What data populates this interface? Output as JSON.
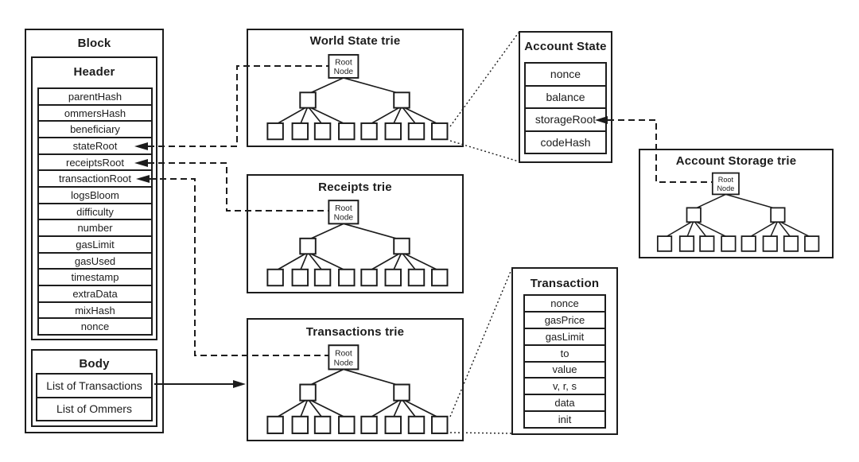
{
  "block": {
    "title": "Block",
    "header": {
      "title": "Header",
      "fields": [
        "parentHash",
        "ommersHash",
        "beneficiary",
        "stateRoot",
        "receiptsRoot",
        "transactionRoot",
        "logsBloom",
        "difficulty",
        "number",
        "gasLimit",
        "gasUsed",
        "timestamp",
        "extraData",
        "mixHash",
        "nonce"
      ]
    },
    "body": {
      "title": "Body",
      "items": [
        "List of Transactions",
        "List of Ommers"
      ]
    }
  },
  "tries": {
    "world_state": {
      "title": "World State trie"
    },
    "receipts": {
      "title": "Receipts trie"
    },
    "transactions": {
      "title": "Transactions trie"
    },
    "account_storage": {
      "title": "Account Storage trie"
    }
  },
  "root_node": {
    "line1": "Root",
    "line2": "Node"
  },
  "account_state": {
    "title": "Account State",
    "fields": [
      "nonce",
      "balance",
      "storageRoot",
      "codeHash"
    ]
  },
  "transaction": {
    "title": "Transaction",
    "fields": [
      "nonce",
      "gasPrice",
      "gasLimit",
      "to",
      "value",
      "v, r, s",
      "data",
      "init"
    ]
  },
  "colors": {
    "ink": "#1c1c1c",
    "background": "#ffffff"
  }
}
